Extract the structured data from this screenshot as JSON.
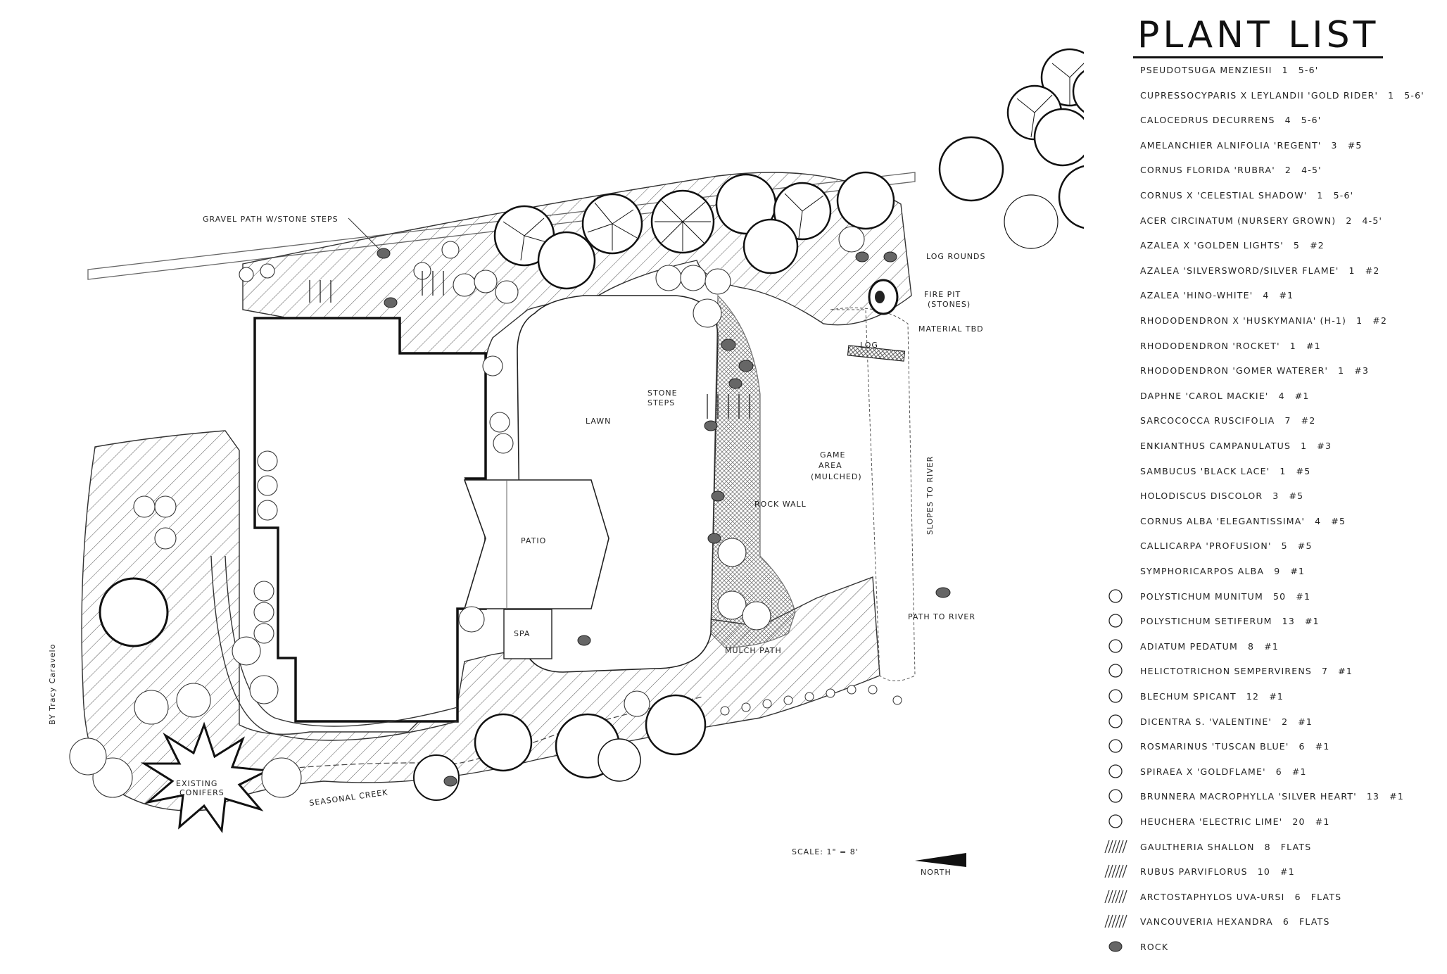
{
  "plant_list": {
    "title": "PLANT LIST",
    "items": [
      {
        "name": "PSEUDOTSUGA MENZIESII",
        "qty": "1",
        "size": "5-6'"
      },
      {
        "name": "CUPRESSOCYPARIS x LEYLANDII 'GOLD RIDER'",
        "qty": "1",
        "size": "5-6'"
      },
      {
        "name": "CALOCEDRUS DECURRENS",
        "qty": "4",
        "size": "5-6'"
      },
      {
        "name": "AMELANCHIER ALNIFOLIA 'REGENT'",
        "qty": "3",
        "size": "#5"
      },
      {
        "name": "CORNUS FLORIDA 'RUBRA'",
        "qty": "2",
        "size": "4-5'"
      },
      {
        "name": "CORNUS x 'CELESTIAL SHADOW'",
        "qty": "1",
        "size": "5-6'"
      },
      {
        "name": "ACER CIRCINATUM (NURSERY GROWN)",
        "qty": "2",
        "size": "4-5'"
      },
      {
        "name": "AZALEA x 'GOLDEN LIGHTS'",
        "qty": "5",
        "size": "#2"
      },
      {
        "name": "AZALEA 'SILVERSWORD/SILVER FLAME'",
        "qty": "1",
        "size": "#2"
      },
      {
        "name": "AZALEA 'HINO-WHITE'",
        "qty": "4",
        "size": "#1"
      },
      {
        "name": "RHODODENDRON x 'HUSKYMANIA' (H-1)",
        "qty": "1",
        "size": "#2"
      },
      {
        "name": "RHODODENDRON 'ROCKET'",
        "qty": "1",
        "size": "#1"
      },
      {
        "name": "RHODODENDRON 'GOMER WATERER'",
        "qty": "1",
        "size": "#3"
      },
      {
        "name": "DAPHNE 'CAROL MACKIE'",
        "qty": "4",
        "size": "#1"
      },
      {
        "name": "SARCOCOCCA RUSCIFOLIA",
        "qty": "7",
        "size": "#2"
      },
      {
        "name": "ENKIANTHUS CAMPANULATUS",
        "qty": "1",
        "size": "#3"
      },
      {
        "name": "SAMBUCUS 'BLACK LACE'",
        "qty": "1",
        "size": "#5"
      },
      {
        "name": "HOLODISCUS DISCOLOR",
        "qty": "3",
        "size": "#5"
      },
      {
        "name": "CORNUS ALBA 'ELEGANTISSIMA'",
        "qty": "4",
        "size": "#5"
      },
      {
        "name": "CALLICARPA 'PROFUSION'",
        "qty": "5",
        "size": "#5"
      },
      {
        "name": "SYMPHORICARPOS ALBA",
        "qty": "9",
        "size": "#1"
      },
      {
        "name": "POLYSTICHUM MUNITUM",
        "qty": "50",
        "size": "#1"
      },
      {
        "name": "POLYSTICHUM SETIFERUM",
        "qty": "13",
        "size": "#1"
      },
      {
        "name": "ADIATUM PEDATUM",
        "qty": "8",
        "size": "#1"
      },
      {
        "name": "HELICTOTRICHON SEMPERVIRENS",
        "qty": "7",
        "size": "#1"
      },
      {
        "name": "BLECHUM SPICANT",
        "qty": "12",
        "size": "#1"
      },
      {
        "name": "DICENTRA S. 'VALENTINE'",
        "qty": "2",
        "size": "#1"
      },
      {
        "name": "ROSMARINUS 'TUSCAN BLUE'",
        "qty": "6",
        "size": "#1"
      },
      {
        "name": "SPIRAEA x 'GOLDFLAME'",
        "qty": "6",
        "size": "#1"
      },
      {
        "name": "BRUNNERA MACROPHYLLA 'SILVER HEART'",
        "qty": "13",
        "size": "#1"
      },
      {
        "name": "HEUCHERA 'ELECTRIC LIME'",
        "qty": "20",
        "size": "#1"
      },
      {
        "name": "GAULTHERIA SHALLON",
        "qty": "8",
        "size": "FLATS"
      },
      {
        "name": "RUBUS PARVIFLORUS",
        "qty": "10",
        "size": "#1"
      },
      {
        "name": "ARCTOSTAPHYLOS UVA-URSI",
        "qty": "6",
        "size": "FLATS"
      },
      {
        "name": "VANCOUVERIA HEXANDRA",
        "qty": "6",
        "size": "FLATS"
      },
      {
        "name": "ROCK",
        "qty": "",
        "size": ""
      }
    ]
  },
  "plan_labels": {
    "gravel_path": "GRAVEL PATH W/STONE STEPS",
    "log_rounds": "LOG ROUNDS",
    "fire_pit": "FIRE PIT",
    "fire_pit_sub": "(STONES)",
    "material_tbd": "MATERIAL TBD",
    "log": "LOG",
    "stone_steps_1": "STONE",
    "stone_steps_2": "STEPS",
    "lawn": "LAWN",
    "game_area_1": "GAME",
    "game_area_2": "AREA",
    "game_area_3": "(MULCHED)",
    "slopes": "SLOPES TO RIVER",
    "rock_wall": "ROCK WALL",
    "patio": "PATIO",
    "spa": "SPA",
    "path_to_river": "PATH TO RIVER",
    "mulch_path": "MULCH PATH",
    "seasonal_creek": "SEASONAL CREEK",
    "existing_1": "EXISTING",
    "existing_2": "CONIFERS",
    "scale": "SCALE: 1\" = 8'",
    "north": "NORTH",
    "author": "BY Tracy Caravelo"
  }
}
